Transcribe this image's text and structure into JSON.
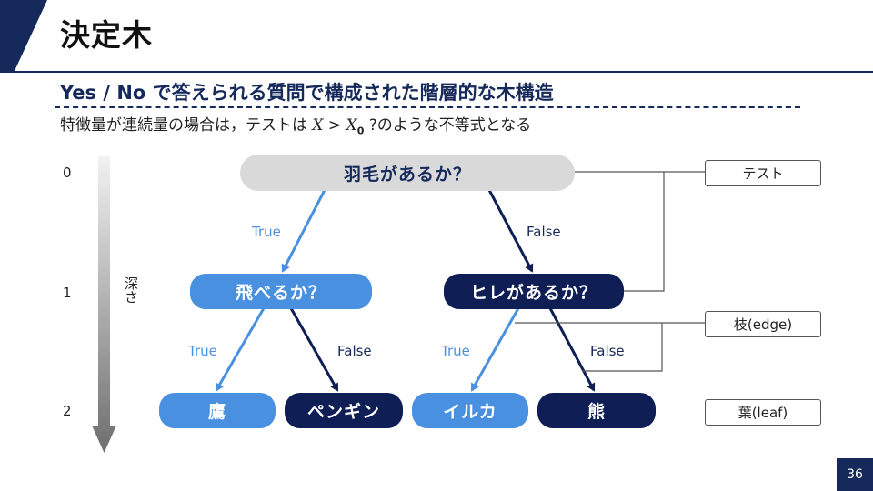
{
  "slide": {
    "title": "決定木",
    "subtitle": "Yes / No で答えられる質問で構成された階層的な木構造",
    "description_prefix": "特徴量が連続量の場合は，テストは",
    "description_math_x": "X",
    "description_math_gt": " > ",
    "description_math_x0": "X",
    "description_math_sub": "0",
    "description_suffix": " ?のような不等式となる",
    "page_number": "36"
  },
  "depth_axis": {
    "levels": [
      "0",
      "1",
      "2"
    ],
    "label": "深さ"
  },
  "tree": {
    "root": "羽毛があるか？",
    "left_node": "飛べるか？",
    "right_node": "ヒレがあるか？",
    "leaves": [
      "鷹",
      "ペンギン",
      "イルカ",
      "熊"
    ],
    "edge_true": "True",
    "edge_false": "False"
  },
  "callouts": {
    "test": "テスト",
    "edge": "枝(edge)",
    "leaf": "葉(leaf)"
  },
  "colors": {
    "navy": "#15295a",
    "dark_node": "#0f1f55",
    "light_node": "#4a90e0",
    "gray_node": "#d9d9d9"
  }
}
